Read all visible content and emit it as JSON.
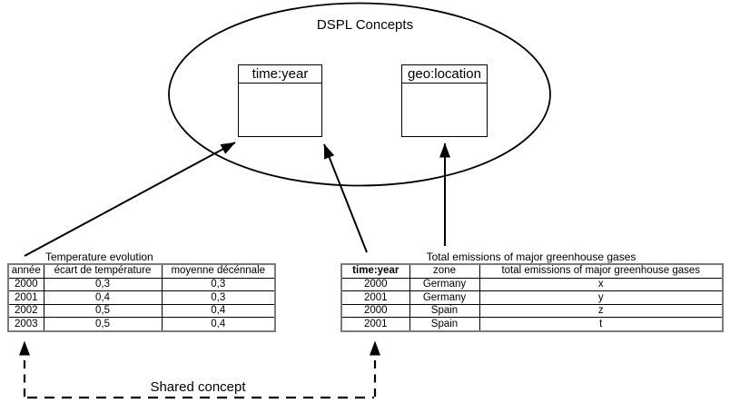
{
  "diagram": {
    "title": "DSPL Concepts",
    "shared_concept_label": "Shared concept",
    "concepts": [
      {
        "label": "time:year"
      },
      {
        "label": "geo:location"
      }
    ]
  },
  "left_table": {
    "title": "Temperature evolution",
    "headers": [
      "année",
      "écart de température",
      "moyenne décénnale"
    ],
    "rows": [
      [
        "2000",
        "0,3",
        "0,3"
      ],
      [
        "2001",
        "0,4",
        "0,3"
      ],
      [
        "2002",
        "0,5",
        "0,4"
      ],
      [
        "2003",
        "0,5",
        "0,4"
      ]
    ]
  },
  "right_table": {
    "title": "Total emissions of major greenhouse gases",
    "headers": [
      "time:year",
      "zone",
      "total emissions of major greenhouse gases"
    ],
    "rows": [
      [
        "2000",
        "Germany",
        "x"
      ],
      [
        "2001",
        "Germany",
        "y"
      ],
      [
        "2000",
        "Spain",
        "z"
      ],
      [
        "2001",
        "Spain",
        "t"
      ]
    ]
  },
  "colors": {
    "line": "#000000",
    "table_outer_border": "#7b7b7b",
    "background": "#ffffff"
  }
}
